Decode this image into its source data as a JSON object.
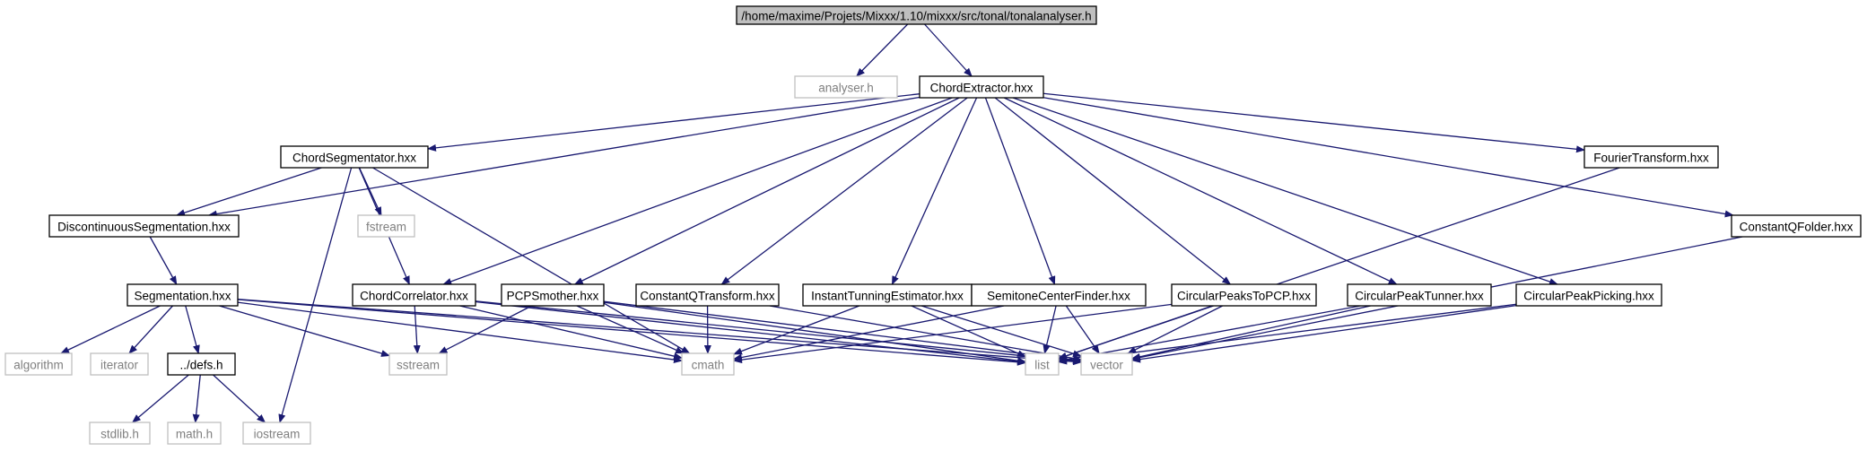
{
  "style": {
    "edge_color": "#191970",
    "root_fill": "#bfbfbf",
    "node_border": "#000000",
    "external_border": "#bfbfbf",
    "external_text": "#808080",
    "text_color": "#000000"
  },
  "nodes": [
    {
      "id": "root",
      "label": "/home/maxime/Projets/Mixxx/1.10/mixxx/src/tonal/tonalanalyser.h",
      "kind": "root"
    },
    {
      "id": "analyser",
      "label": "analyser.h",
      "kind": "external"
    },
    {
      "id": "chordextractor",
      "label": "ChordExtractor.hxx",
      "kind": "internal"
    },
    {
      "id": "chordsegmentator",
      "label": "ChordSegmentator.hxx",
      "kind": "internal"
    },
    {
      "id": "fouriertransform",
      "label": "FourierTransform.hxx",
      "kind": "internal"
    },
    {
      "id": "discontinuous",
      "label": "DiscontinuousSegmentation.hxx",
      "kind": "internal"
    },
    {
      "id": "fstream",
      "label": "fstream",
      "kind": "external"
    },
    {
      "id": "constantqfolder",
      "label": "ConstantQFolder.hxx",
      "kind": "internal"
    },
    {
      "id": "segmentation",
      "label": "Segmentation.hxx",
      "kind": "internal"
    },
    {
      "id": "chordcorrelator",
      "label": "ChordCorrelator.hxx",
      "kind": "internal"
    },
    {
      "id": "pcpsmother",
      "label": "PCPSmother.hxx",
      "kind": "internal"
    },
    {
      "id": "constantqtransform",
      "label": "ConstantQTransform.hxx",
      "kind": "internal"
    },
    {
      "id": "instanttunning",
      "label": "InstantTunningEstimator.hxx",
      "kind": "internal"
    },
    {
      "id": "semitonecenter",
      "label": "SemitoneCenterFinder.hxx",
      "kind": "internal"
    },
    {
      "id": "circularpeakstopcp",
      "label": "CircularPeaksToPCP.hxx",
      "kind": "internal"
    },
    {
      "id": "circularpeaktunner",
      "label": "CircularPeakTunner.hxx",
      "kind": "internal"
    },
    {
      "id": "circularpeakpicking",
      "label": "CircularPeakPicking.hxx",
      "kind": "internal"
    },
    {
      "id": "algorithm",
      "label": "algorithm",
      "kind": "external"
    },
    {
      "id": "iterator",
      "label": "iterator",
      "kind": "external"
    },
    {
      "id": "defs",
      "label": "../defs.h",
      "kind": "internal"
    },
    {
      "id": "sstream",
      "label": "sstream",
      "kind": "external"
    },
    {
      "id": "cmath",
      "label": "cmath",
      "kind": "external"
    },
    {
      "id": "list",
      "label": "list",
      "kind": "external"
    },
    {
      "id": "vector",
      "label": "vector",
      "kind": "external"
    },
    {
      "id": "stdlib",
      "label": "stdlib.h",
      "kind": "external"
    },
    {
      "id": "mathh",
      "label": "math.h",
      "kind": "external"
    },
    {
      "id": "iostream",
      "label": "iostream",
      "kind": "external"
    }
  ],
  "edges": [
    [
      "root",
      "analyser"
    ],
    [
      "root",
      "chordextractor"
    ],
    [
      "chordextractor",
      "chordsegmentator"
    ],
    [
      "chordextractor",
      "fouriertransform"
    ],
    [
      "chordextractor",
      "constantqfolder"
    ],
    [
      "chordextractor",
      "discontinuous"
    ],
    [
      "chordextractor",
      "chordcorrelator"
    ],
    [
      "chordextractor",
      "pcpsmother"
    ],
    [
      "chordextractor",
      "constantqtransform"
    ],
    [
      "chordextractor",
      "instanttunning"
    ],
    [
      "chordextractor",
      "semitonecenter"
    ],
    [
      "chordextractor",
      "circularpeakstopcp"
    ],
    [
      "chordextractor",
      "circularpeaktunner"
    ],
    [
      "chordextractor",
      "circularpeakpicking"
    ],
    [
      "chordsegmentator",
      "discontinuous"
    ],
    [
      "chordsegmentator",
      "fstream"
    ],
    [
      "chordsegmentator",
      "chordcorrelator"
    ],
    [
      "chordsegmentator",
      "cmath"
    ],
    [
      "chordsegmentator",
      "iostream"
    ],
    [
      "discontinuous",
      "segmentation"
    ],
    [
      "segmentation",
      "algorithm"
    ],
    [
      "segmentation",
      "iterator"
    ],
    [
      "segmentation",
      "defs"
    ],
    [
      "segmentation",
      "sstream"
    ],
    [
      "segmentation",
      "cmath"
    ],
    [
      "segmentation",
      "list"
    ],
    [
      "segmentation",
      "vector"
    ],
    [
      "defs",
      "stdlib"
    ],
    [
      "defs",
      "mathh"
    ],
    [
      "defs",
      "iostream"
    ],
    [
      "chordcorrelator",
      "sstream"
    ],
    [
      "chordcorrelator",
      "cmath"
    ],
    [
      "chordcorrelator",
      "list"
    ],
    [
      "chordcorrelator",
      "vector"
    ],
    [
      "pcpsmother",
      "sstream"
    ],
    [
      "pcpsmother",
      "cmath"
    ],
    [
      "pcpsmother",
      "list"
    ],
    [
      "pcpsmother",
      "vector"
    ],
    [
      "constantqtransform",
      "cmath"
    ],
    [
      "constantqtransform",
      "vector"
    ],
    [
      "instanttunning",
      "cmath"
    ],
    [
      "instanttunning",
      "list"
    ],
    [
      "instanttunning",
      "vector"
    ],
    [
      "semitonecenter",
      "cmath"
    ],
    [
      "semitonecenter",
      "list"
    ],
    [
      "semitonecenter",
      "vector"
    ],
    [
      "circularpeakstopcp",
      "cmath"
    ],
    [
      "circularpeakstopcp",
      "list"
    ],
    [
      "circularpeakstopcp",
      "vector"
    ],
    [
      "circularpeaktunner",
      "list"
    ],
    [
      "circularpeaktunner",
      "vector"
    ],
    [
      "circularpeakpicking",
      "list"
    ],
    [
      "circularpeakpicking",
      "vector"
    ],
    [
      "fouriertransform",
      "list"
    ],
    [
      "constantqfolder",
      "vector"
    ]
  ]
}
